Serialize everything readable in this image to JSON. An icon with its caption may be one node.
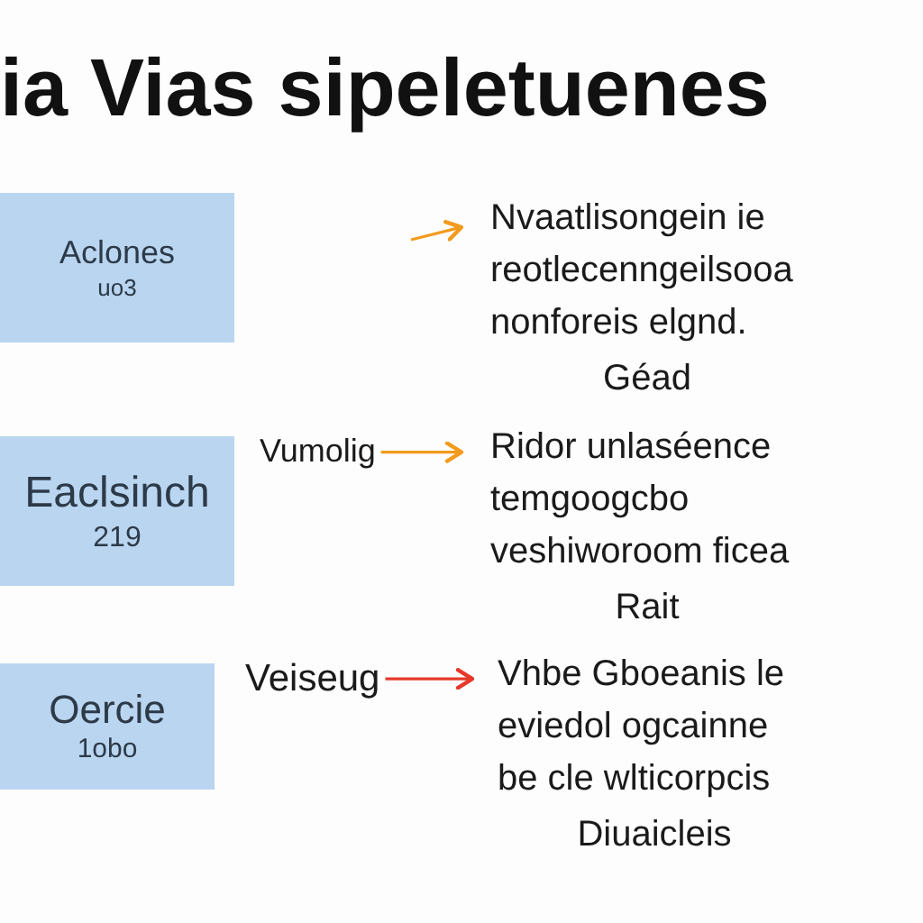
{
  "diagram": {
    "title": "ia Vias sipeletuenes",
    "nodes": [
      {
        "text": [
          "Aclones",
          "uo3"
        ]
      },
      {
        "text": [
          "Nvaatlisongein ie reotlecenngeilsooa nonforeis elgnd.",
          "Géad"
        ]
      },
      {
        "text": [
          "Eaclsinch",
          "219"
        ]
      },
      {
        "text": [
          "Vumolig"
        ]
      },
      {
        "text": [
          "Ridor unlaséence temgoogcbo veshiworoom ficea",
          "Rait"
        ]
      },
      {
        "text": [
          "Oercie",
          "1obo"
        ]
      },
      {
        "text": [
          "Veiseug"
        ]
      },
      {
        "text": [
          "Vhbe Gboeanis le eviedol ogcainne be cle wlticorpcis",
          "Diuaicleis"
        ]
      }
    ],
    "edges": [
      {
        "from": null,
        "to": 1,
        "arrow": "to"
      },
      {
        "from": 3,
        "to": 4,
        "arrow": "to"
      },
      {
        "from": 6,
        "to": 7,
        "arrow": "to",
        "color": "#e5392a"
      }
    ]
  }
}
